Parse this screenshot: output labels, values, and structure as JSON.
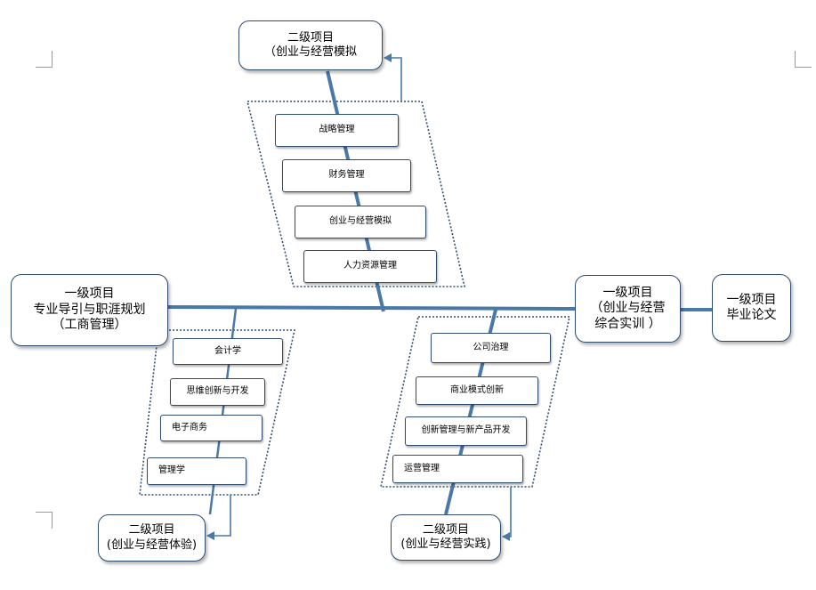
{
  "nodes": {
    "top": {
      "title": "二级项目",
      "subtitle": "（创业与经营模拟"
    },
    "left_main": {
      "title": "一级项目",
      "line2": "专业导引与职涯规划",
      "line3": "（工商管理）"
    },
    "mid_right": {
      "title": "一级项目",
      "line2": "（创业与经营",
      "line3": "综合实训 ）"
    },
    "far_right": {
      "title": "一级项目",
      "line2": "毕业论文"
    },
    "bottom_left": {
      "title": "二级项目",
      "subtitle": "(创业与经营体验)"
    },
    "bottom_right": {
      "title": "二级项目",
      "subtitle": "(创业与经营实践)"
    }
  },
  "courses": {
    "top_group": [
      "战略管理",
      "财务管理",
      "创业与经营模拟",
      "人力资源管理"
    ],
    "left_group": [
      "会计学",
      "思维创新与开发",
      "电子商务",
      "管理学"
    ],
    "right_group": [
      "公司治理",
      "商业模式创新",
      "创新管理与新产品开发",
      "运营管理"
    ]
  },
  "colors": {
    "spine": "#4a78a8",
    "border": "#2f4d6e",
    "dotted": "#2f4d6e",
    "arrow": "#4a78a8"
  }
}
